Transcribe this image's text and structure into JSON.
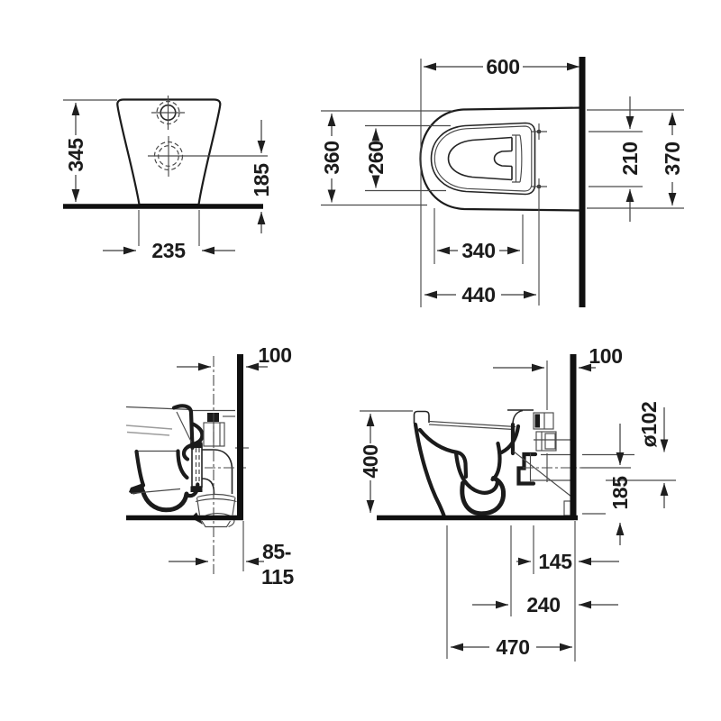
{
  "drawing": {
    "type": "technical-drawing",
    "subject": "floor-standing toilet installation drawing, four dimensioned views",
    "unit": "mm",
    "line_color": "#1b1b1b",
    "background": "#ffffff",
    "views": {
      "front": {
        "name": "front view",
        "dims": {
          "total_height": "345",
          "outlet_height": "185",
          "base_width": "235"
        }
      },
      "plan": {
        "name": "top view",
        "dims": {
          "total_depth": "600",
          "bowl_width": "360",
          "seat_opening_width": "260",
          "hinge_hole_spacing": "210",
          "back_width": "370",
          "opening_length": "340",
          "front_to_hinge_holes": "440"
        }
      },
      "outlet_detail": {
        "name": "rear detail with vertical outlet bend",
        "dims": {
          "wall_to_outlet_center": "100",
          "outlet_range_top": "85-",
          "outlet_range_bottom": "115"
        }
      },
      "side_section": {
        "name": "side section view",
        "dims": {
          "wall_to_hinge": "100",
          "rim_height": "400",
          "outlet_diameter": "ø102",
          "outlet_center_height": "185",
          "wall_to_outlet": "145",
          "wall_to_trap": "240",
          "wall_to_front": "470"
        }
      }
    }
  }
}
